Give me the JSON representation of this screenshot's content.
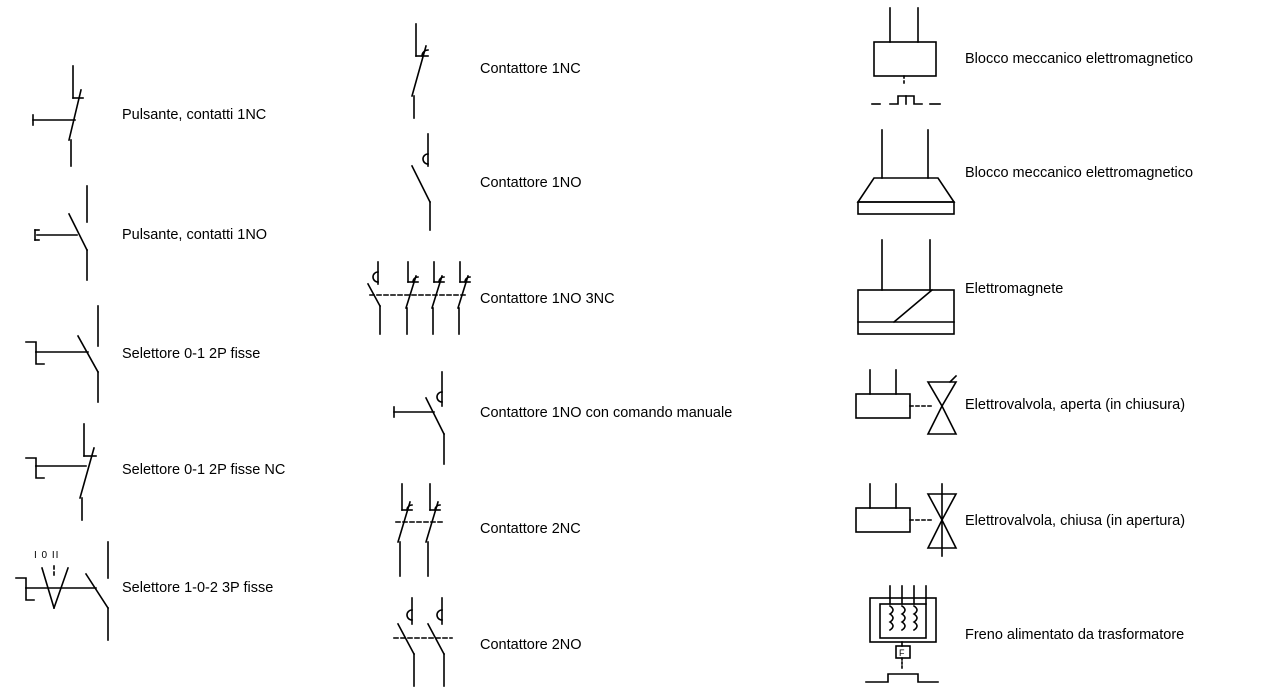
{
  "symbols": [
    {
      "label": "Pulsante, contatti 1NC"
    },
    {
      "label": "Pulsante, contatti 1NO"
    },
    {
      "label": "Selettore 0-1 2P fisse"
    },
    {
      "label": "Selettore 0-1 2P fisse NC"
    },
    {
      "label": "Selettore 1-0-2 3P fisse",
      "positions": "I 0 II"
    },
    {
      "label": "Contattore 1NC"
    },
    {
      "label": "Contattore 1NO"
    },
    {
      "label": "Contattore 1NO 3NC"
    },
    {
      "label": "Contattore 1NO con comando manuale"
    },
    {
      "label": "Contattore 2NC"
    },
    {
      "label": "Contattore 2NO"
    },
    {
      "label": "Blocco meccanico elettromagnetico"
    },
    {
      "label": "Blocco meccanico elettromagnetico"
    },
    {
      "label": "Elettromagnete"
    },
    {
      "label": "Elettrovalvola, aperta (in chiusura)"
    },
    {
      "label": "Elettrovalvola, chiusa (in apertura)"
    },
    {
      "label": "Freno alimentato da trasformatore",
      "inner_letter": "F"
    }
  ]
}
